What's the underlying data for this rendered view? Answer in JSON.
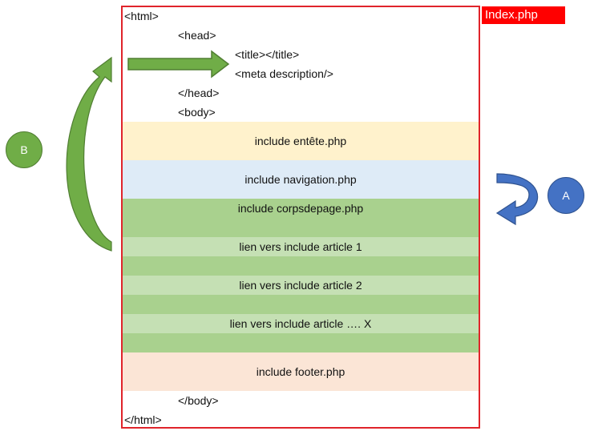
{
  "file_tag": "Index.php",
  "code_lines": {
    "html_open": "<html>",
    "head_open": "<head>",
    "title": "<title></title>",
    "meta": "<meta description/>",
    "head_close": "</head>",
    "body_open": "<body>",
    "body_close": "</body>",
    "html_close": "</html>"
  },
  "sections": {
    "entete": {
      "label": "include entête.php",
      "color": "#fff2cc"
    },
    "navigation": {
      "label": "include navigation.php",
      "color": "#deebf7"
    },
    "corpsdepage": {
      "label": "include corpsdepage.php",
      "color": "#a9d18e"
    },
    "article1": {
      "label": "lien vers include article 1",
      "color": "#c5e0b4"
    },
    "article2": {
      "label": "lien vers include article 2",
      "color": "#c5e0b4"
    },
    "articleX": {
      "label": "lien vers include article …. X",
      "color": "#c5e0b4"
    },
    "footer": {
      "label": "include footer.php",
      "color": "#fbe5d6"
    }
  },
  "badges": {
    "a": {
      "label": "A",
      "color": "#4472c4"
    },
    "b": {
      "label": "B",
      "color": "#70ad47"
    }
  }
}
